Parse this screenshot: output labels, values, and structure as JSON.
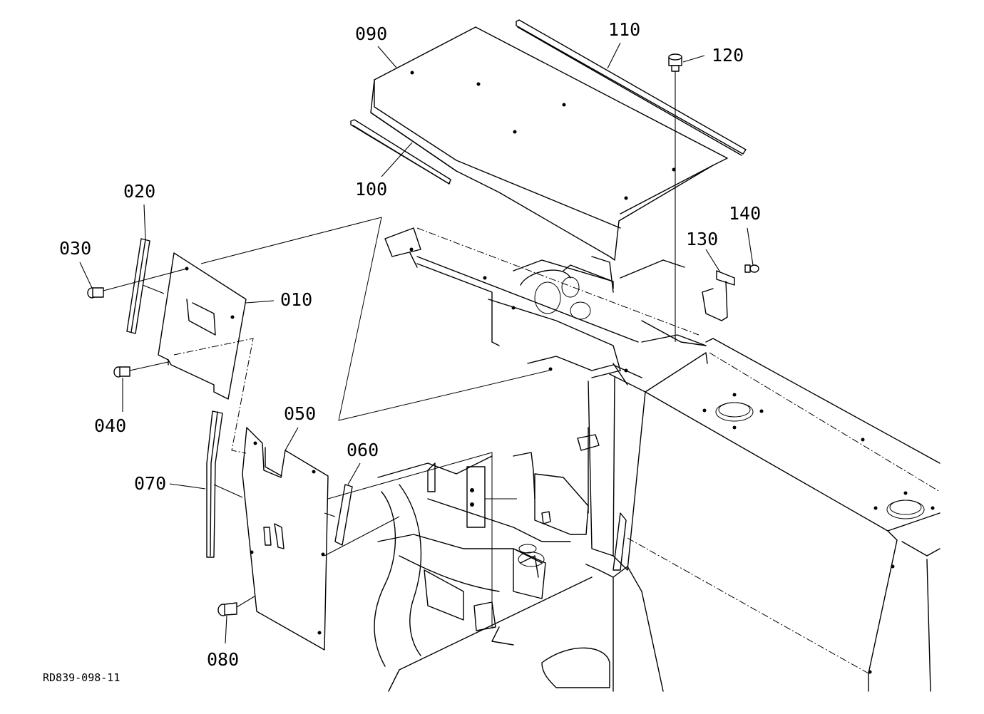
{
  "figure_code": "RD839-098-11",
  "callouts": [
    {
      "id": "010",
      "label": "010"
    },
    {
      "id": "020",
      "label": "020"
    },
    {
      "id": "030",
      "label": "030"
    },
    {
      "id": "040",
      "label": "040"
    },
    {
      "id": "050",
      "label": "050"
    },
    {
      "id": "060",
      "label": "060"
    },
    {
      "id": "070",
      "label": "070"
    },
    {
      "id": "080",
      "label": "080"
    },
    {
      "id": "090",
      "label": "090"
    },
    {
      "id": "100",
      "label": "100"
    },
    {
      "id": "110",
      "label": "110"
    },
    {
      "id": "120",
      "label": "120"
    },
    {
      "id": "130",
      "label": "130"
    },
    {
      "id": "140",
      "label": "140"
    }
  ]
}
